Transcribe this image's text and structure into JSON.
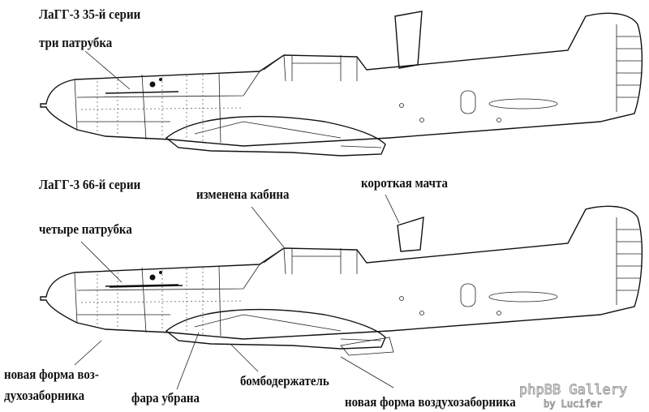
{
  "top_aircraft": {
    "title": "ЛаГГ-3 35-й серии",
    "labels": {
      "exhausts": "три патрубка"
    }
  },
  "bottom_aircraft": {
    "title": "ЛаГГ-3 66-й серии",
    "labels": {
      "cockpit": "изменена кабина",
      "mast": "короткая мачта",
      "exhausts": "четыре патрубка",
      "intake_left_line1": "новая форма воз-",
      "intake_left_line2": "духозаборника",
      "headlight": "фара убрана",
      "bomb_rack": "бомбодержатель",
      "intake_right": "новая форма воздухозаборника"
    }
  },
  "watermark": {
    "line1": "phpBB Gallery",
    "line2": "by Lucifer"
  }
}
